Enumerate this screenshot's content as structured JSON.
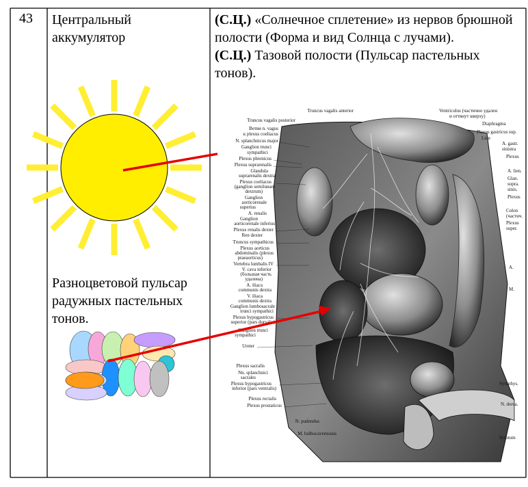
{
  "row": {
    "number": "43",
    "title": "Центральный аккумулятор",
    "description": {
      "p1_bold": "(С.Ц.)",
      "p1_text": " «Солнечное сплетение» из нервов брюшной полости (Форма и вид Солнца с лучами).",
      "p2_bold": "(С.Ц.)",
      "p2_text": " Тазовой полости (Пульсар пастельных тонов)."
    },
    "pulsar_caption": "Разноцветовой пульсар радужных пастельных тонов."
  },
  "colors": {
    "sun": "#ffee00",
    "sun_ray": "#ffee33",
    "arrow": "#e60000",
    "border": "#000000"
  },
  "ellipses": [
    {
      "color": "#a8d8ff"
    },
    {
      "color": "#f7a8d8"
    },
    {
      "color": "#c8f0b0"
    },
    {
      "color": "#ffd27a"
    },
    {
      "color": "#c79cff"
    },
    {
      "color": "#ffe8b0"
    },
    {
      "color": "#2cc4d8"
    },
    {
      "color": "#f8c8c8"
    },
    {
      "color": "#1e90ff"
    },
    {
      "color": "#7fffd4"
    },
    {
      "color": "#c1d8ff"
    },
    {
      "color": "#f8c8f0"
    },
    {
      "color": "#c0c0c0"
    },
    {
      "color": "#d8d0ff"
    },
    {
      "color": "#ff9a1a"
    }
  ],
  "anatomy_labels": {
    "left": [
      "Truncus vagalis anterior",
      "Truncus vagalis posterior",
      "Ветви n. vagus",
      "к plexus coeliacus",
      "N. splanchnicus major",
      "Ganglion trunci",
      "sympathici",
      "Plexus phrenicus",
      "Plexus suprarenalis",
      "Glandula",
      "suprarenalis dextra",
      "Plexus coeliacus",
      "(ganglion semilunare",
      "dextrum)",
      "Ganglion",
      "aorticorenale",
      "superius",
      "A. renalis",
      "Ganglion",
      "aorticorenale inferius",
      "Plexus renalis dexter",
      "Ren dexter",
      "Truncus sympathicus",
      "Plexus aorticus",
      "abdominalis (plexus",
      "praeaorticus)",
      "Vertebra lumbalis IV",
      "V. cava inferior",
      "(большая часть",
      "удалена)",
      "A. iliaca",
      "communis dextra",
      "V. iliaca",
      "communis dextra",
      "Ganglion lumbosacrale",
      "trunci sympathici",
      "Plexus hypogastricus",
      "superior (pars dorsalis)",
      "Ganglion trunci",
      "sympathici",
      "Ureter",
      "Plexus sacralis",
      "Nn. splanchnici",
      "sacrales",
      "Plexus hypogastricus",
      "inferior (pars ventralis)",
      "Plexus rectalis",
      "Plexus prostaticus",
      "N. pudendus",
      "M. bulbocavernosus"
    ],
    "right": [
      "Ventriculus (частично удален",
      "и оттянут кверху)",
      "Diaphragma",
      "Plexus gastricus sup.",
      "Lien",
      "A. gastr.",
      "sinistra",
      "Plexus",
      "A. lien.",
      "Glan.",
      "supra.",
      "sinis.",
      "Plexus",
      "Colon",
      "(частич.",
      "Plexus",
      "super.",
      "A.",
      "M.",
      "Symphys.",
      "N. dorsa.",
      "Scrotum"
    ]
  }
}
